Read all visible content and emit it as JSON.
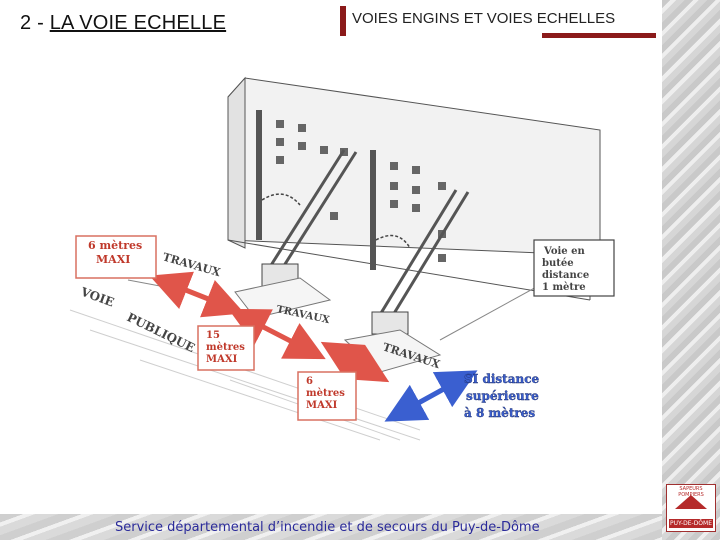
{
  "header": {
    "title_prefix": "2 - ",
    "title_main": "LA VOIE ECHELLE",
    "subtitle": "VOIES ENGINS ET  VOIES ECHELLES"
  },
  "diagram": {
    "box_left": [
      "6  mètres",
      "MAXI"
    ],
    "box_mid": [
      "15",
      "mètres",
      "MAXI"
    ],
    "box_bottom": [
      "6",
      "mètres",
      "MAXI"
    ],
    "box_right": [
      "Voie  en",
      "butée",
      "distance",
      "1  mètre"
    ],
    "travaux_1": "TRAVAUX",
    "travaux_2": "TRAVAUX",
    "travaux_3": "TRAVAUX",
    "voie": "VOIE",
    "publique": "PUBLIQUE",
    "note": [
      "SI distance",
      "supérieure",
      "à 8 mètres"
    ]
  },
  "footer": {
    "text": "Service départemental d’incendie et de secours du Puy-de-Dôme"
  },
  "logo": {
    "top": "SAPEURS POMPIERS",
    "band": "PUY-DE-DÔME"
  },
  "colors": {
    "accent": "#8b1a1a",
    "footer_text": "#2a2a9a",
    "arrow_red": "#e0554a",
    "arrow_blue": "#3a5fd0",
    "box_border": "#d97060"
  }
}
